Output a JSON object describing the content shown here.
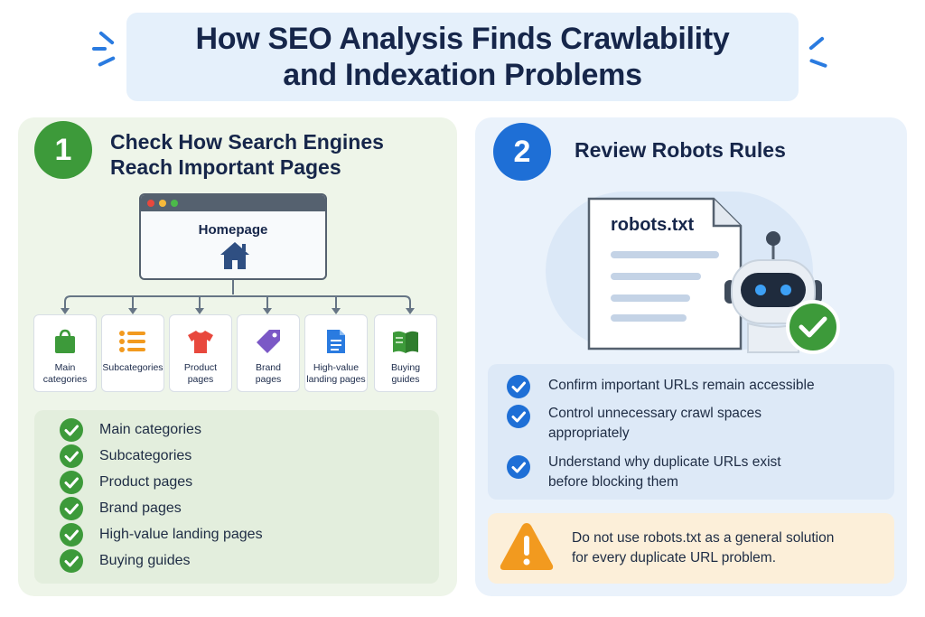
{
  "title": {
    "line1": "How SEO Analysis Finds Crawlability",
    "line2": "and Indexation Problems"
  },
  "step1": {
    "number": "1",
    "heading_line1": "Check How Search Engines",
    "heading_line2": "Reach Important Pages",
    "browser_label": "Homepage",
    "cards": [
      {
        "line1": "Main",
        "line2": "categories",
        "icon": "shopping-bag-icon",
        "color": "#3d9a3a"
      },
      {
        "line1": "Subcategories",
        "line2": "",
        "icon": "list-icon",
        "color": "#f29a1f"
      },
      {
        "line1": "Product",
        "line2": "pages",
        "icon": "tshirt-icon",
        "color": "#e8483d"
      },
      {
        "line1": "Brand",
        "line2": "pages",
        "icon": "tag-icon",
        "color": "#7b58c6"
      },
      {
        "line1": "High-value",
        "line2": "landing pages",
        "icon": "document-icon",
        "color": "#2a7be0"
      },
      {
        "line1": "Buying",
        "line2": "guides",
        "icon": "book-icon",
        "color": "#3d9a3a"
      }
    ],
    "checklist": [
      "Main categories",
      "Subcategories",
      "Product pages",
      "Brand pages",
      "High-value landing pages",
      "Buying guides"
    ]
  },
  "step2": {
    "number": "2",
    "heading": "Review Robots Rules",
    "doc_title": "robots.txt",
    "checks": [
      {
        "line1": "Confirm important URLs remain accessible",
        "line2": ""
      },
      {
        "line1": "Control unnecessary crawl spaces",
        "line2": "appropriately"
      },
      {
        "line1": "Understand why duplicate URLs exist",
        "line2": "before blocking them"
      }
    ],
    "warning_line1": "Do not use robots.txt as a general solution",
    "warning_line2": "for every duplicate URL problem."
  },
  "colors": {
    "green": "#3d9a3a",
    "blue": "#1e6fd6",
    "navy": "#16264a",
    "warning": "#f29a1f"
  }
}
